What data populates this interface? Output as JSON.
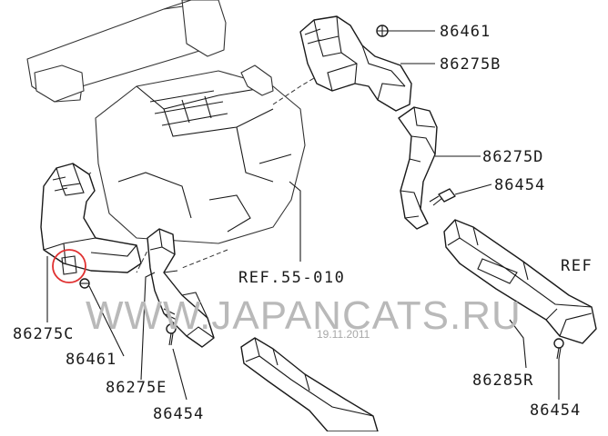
{
  "labels": {
    "p86461_top": "86461",
    "p86275B": "86275B",
    "p86275D": "86275D",
    "p86454_mid": "86454",
    "ref_55_010": "REF.55-010",
    "ref_right": "REF",
    "p86275C": "86275C",
    "p86461_left": "86461",
    "p86275E": "86275E",
    "p86454_bottom_left": "86454",
    "p86285R": "86285R",
    "p86454_bottom_right": "86454"
  },
  "watermark": {
    "text": "WWW.JAPANCATS.RU",
    "date": "19.11.2011"
  },
  "highlight": {
    "color": "#e03030"
  }
}
